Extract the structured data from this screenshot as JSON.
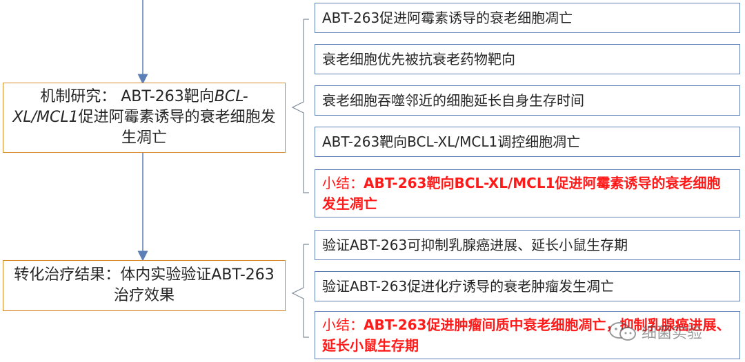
{
  "mechanism": {
    "label_prefix": "机制研究：  ABT-263靶向",
    "label_italic": "BCL-XL/MCL1",
    "label_suffix": "促进阿霉素诱导的衰老细胞发生凋亡",
    "items": [
      "ABT-263促进阿霉素诱导的衰老细胞凋亡",
      "衰老细胞优先被抗衰老药物靶向",
      "衰老细胞吞噬邻近的细胞延长自身生存时间",
      "ABT-263靶向BCL-XL/MCL1调控细胞凋亡"
    ],
    "summary_prefix": "小结：",
    "summary_text": "ABT-263靶向BCL-XL/MCL1促进阿霉素诱导的衰老细胞发生凋亡"
  },
  "translation": {
    "label": "转化治疗结果：体内实验验证ABT-263治疗效果",
    "items": [
      "验证ABT-263可抑制乳腺癌进展、延长小鼠生存期",
      "验证ABT-263促进化疗诱导的衰老肿瘤发生凋亡"
    ],
    "summary_prefix": "小结：",
    "summary_text": "ABT-263促进肿瘤间质中衰老细胞凋亡，抑制乳腺癌进展、延长小鼠生存期"
  },
  "watermark": {
    "text": "细菌实验",
    "icon": "wechat-icon"
  },
  "colors": {
    "node_border": "#d98a2b",
    "item_border": "#5b7fb6",
    "summary_text": "#ff1a1a",
    "connector": "#5b7fb6"
  }
}
